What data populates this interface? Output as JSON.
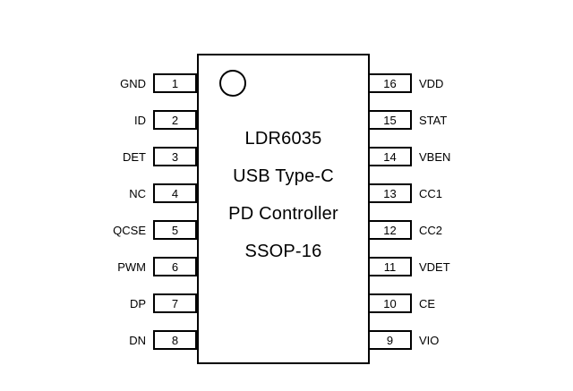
{
  "diagram": {
    "chip": {
      "title_lines": [
        "LDR6035",
        "USB Type-C",
        "PD Controller",
        "SSOP-16"
      ],
      "package": "SSOP-16"
    },
    "left_pins": [
      {
        "number": "1",
        "label": "GND"
      },
      {
        "number": "2",
        "label": "ID"
      },
      {
        "number": "3",
        "label": "DET"
      },
      {
        "number": "4",
        "label": "NC"
      },
      {
        "number": "5",
        "label": "QCSE"
      },
      {
        "number": "6",
        "label": "PWM"
      },
      {
        "number": "7",
        "label": "DP"
      },
      {
        "number": "8",
        "label": "DN"
      }
    ],
    "right_pins": [
      {
        "number": "16",
        "label": "VDD"
      },
      {
        "number": "15",
        "label": "STAT"
      },
      {
        "number": "14",
        "label": "VBEN"
      },
      {
        "number": "13",
        "label": "CC1"
      },
      {
        "number": "12",
        "label": "CC2"
      },
      {
        "number": "11",
        "label": "VDET"
      },
      {
        "number": "10",
        "label": "CE"
      },
      {
        "number": "9",
        "label": "VIO"
      }
    ]
  }
}
